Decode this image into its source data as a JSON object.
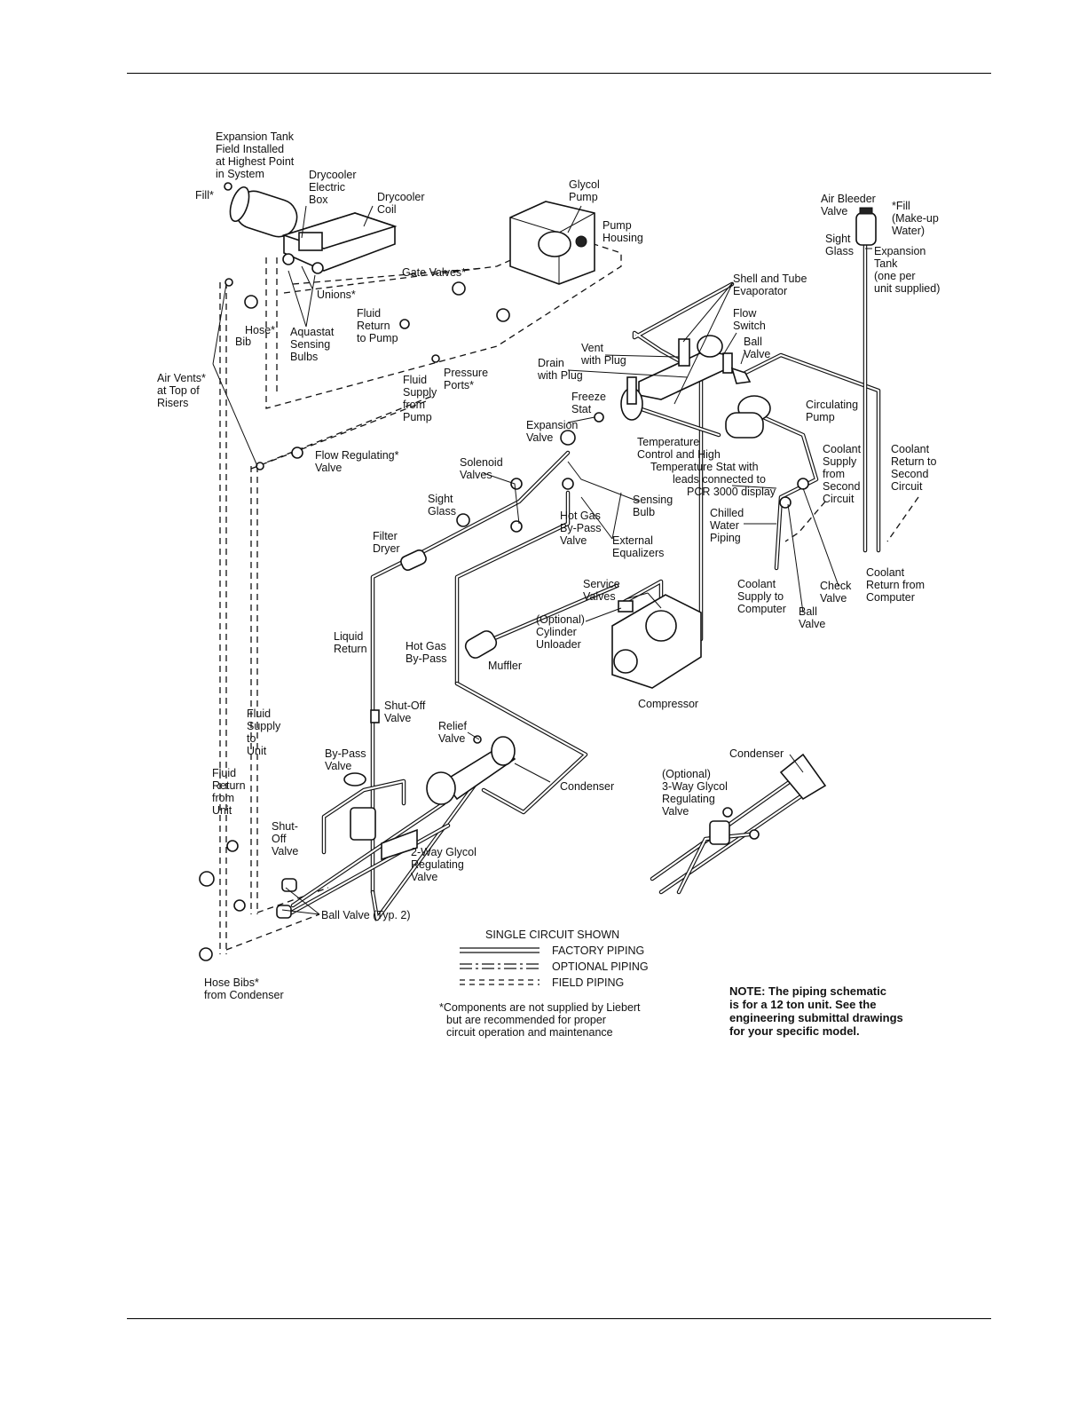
{
  "labels": {
    "expansion_tank_field": [
      "Expansion Tank",
      "Field Installed",
      "at Highest Point",
      "in System"
    ],
    "fill": "Fill*",
    "drycooler_electric_box": [
      "Drycooler",
      "Electric",
      "Box"
    ],
    "drycooler_coil": [
      "Drycooler",
      "Coil"
    ],
    "glycol_pump": [
      "Glycol",
      "Pump"
    ],
    "pump_housing": [
      "Pump",
      "Housing"
    ],
    "air_bleeder_valve": [
      "Air Bleeder",
      "Valve"
    ],
    "fill_makeup": [
      "*Fill",
      "(Make-up",
      "Water)"
    ],
    "sight_glass_top": [
      "Sight",
      "Glass"
    ],
    "expansion_tank_supplied": [
      "Expansion",
      "Tank",
      "(one per",
      "unit supplied)"
    ],
    "gate_valves": "Gate Valves*",
    "unions": "Unions*",
    "hose_bib": [
      "Hose*",
      "Bib"
    ],
    "aquastat": [
      "Aquastat",
      "Sensing",
      "Bulbs"
    ],
    "fluid_return_to_pump": [
      "Fluid",
      "Return",
      "to Pump"
    ],
    "shell_tube": [
      "Shell and Tube",
      "Evaporator"
    ],
    "flow_switch": [
      "Flow",
      "Switch"
    ],
    "ball_valve_top": [
      "Ball",
      "Valve"
    ],
    "vent_with_plug": [
      "Vent",
      "with Plug"
    ],
    "drain_with_plug": [
      "Drain",
      "with Plug"
    ],
    "air_vents": [
      "Air Vents*",
      "at Top of",
      "Risers"
    ],
    "pressure_ports": [
      "Pressure",
      "Ports*"
    ],
    "fluid_supply_from_pump": [
      "Fluid",
      "Supply",
      "from",
      "Pump"
    ],
    "freeze_stat": [
      "Freeze",
      "Stat"
    ],
    "circulating_pump": [
      "Circulating",
      "Pump"
    ],
    "expansion_valve": [
      "Expansion",
      "Valve"
    ],
    "temp_control": [
      "Temperature",
      "Control and High",
      "Temperature Stat with",
      "leads connected to",
      "PCR 3000 display"
    ],
    "coolant_supply_second": [
      "Coolant",
      "Supply",
      "from",
      "Second",
      "Circuit"
    ],
    "coolant_return_second": [
      "Coolant",
      "Return to",
      "Second",
      "Circuit"
    ],
    "flow_regulating": [
      "Flow Regulating*",
      "Valve"
    ],
    "solenoid_valves": [
      "Solenoid",
      "Valves"
    ],
    "sight_glass_mid": [
      "Sight",
      "Glass"
    ],
    "hot_gas_bypass_valve": [
      "Hot Gas",
      "By-Pass",
      "Valve"
    ],
    "sensing_bulb": [
      "Sensing",
      "Bulb"
    ],
    "external_equalizers": [
      "External",
      "Equalizers"
    ],
    "chilled_water": [
      "Chilled",
      "Water",
      "Piping"
    ],
    "filter_dryer": [
      "Filter",
      "Dryer"
    ],
    "coolant_return_from_computer": [
      "Coolant",
      "Return from",
      "Computer"
    ],
    "coolant_supply_to_computer": [
      "Coolant",
      "Supply to",
      "Computer"
    ],
    "check_valve": [
      "Check",
      "Valve"
    ],
    "ball_valve_right": [
      "Ball",
      "Valve"
    ],
    "service_valves": [
      "Service",
      "Valves"
    ],
    "cylinder_unloader": [
      "(Optional)",
      "Cylinder",
      "Unloader"
    ],
    "liquid_return": [
      "Liquid",
      "Return"
    ],
    "hot_gas_bypass": [
      "Hot Gas",
      "By-Pass"
    ],
    "muffler": "Muffler",
    "compressor": "Compressor",
    "shutoff_valve_mid": [
      "Shut-Off",
      "Valve"
    ],
    "fluid_supply_to_unit": [
      "Fluid",
      "Supply",
      "to",
      "Unit"
    ],
    "relief_valve": [
      "Relief",
      "Valve"
    ],
    "bypass_valve": [
      "By-Pass",
      "Valve"
    ],
    "condenser_inset": "Condenser",
    "condenser_main": "Condenser",
    "fluid_return_from_unit": [
      "Fluid",
      "Return",
      "from",
      "Unit"
    ],
    "three_way_glycol": [
      "(Optional)",
      "3-Way Glycol",
      "Regulating",
      "Valve"
    ],
    "shutoff_valve_left": [
      "Shut-",
      "Off",
      "Valve"
    ],
    "two_way_glycol": [
      "2-Way Glycol",
      "Regulating",
      "Valve"
    ],
    "ball_valve_typ": "Ball Valve (Typ. 2)",
    "hose_bibs_condenser": [
      "Hose Bibs*",
      "from Condenser"
    ]
  },
  "legend": {
    "title": "SINGLE CIRCUIT SHOWN",
    "factory": "FACTORY PIPING",
    "optional": "OPTIONAL PIPING",
    "field": "FIELD PIPING"
  },
  "footnote": [
    "*Components are not supplied by Liebert",
    "but are recommended for proper",
    "circuit operation and maintenance"
  ],
  "note": [
    "NOTE:  The piping schematic",
    "is for a 12 ton unit. See the",
    "engineering submittal drawings",
    "for your specific model."
  ]
}
